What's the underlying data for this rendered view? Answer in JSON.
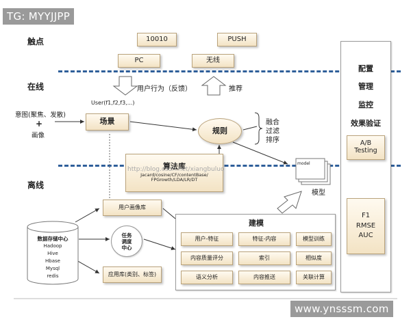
{
  "watermark_top": "TG: MYYJJPP",
  "watermark_bottom": "www.ynsssm.com",
  "url_overlay": "http://blog.csdn.net/xiangbuluo",
  "layers": {
    "touch": "触点",
    "online": "在线",
    "offline": "离线"
  },
  "touch_points": {
    "sms": "10010",
    "push": "PUSH",
    "pc": "PC",
    "wireless": "无线"
  },
  "arrows": {
    "behavior": "用户行为（反馈）",
    "recommend": "推荐"
  },
  "user_features": "User(f1,f2,f3,...)",
  "intent": {
    "line1": "意图(聚焦、发散)",
    "plus": "+",
    "line2": "画像"
  },
  "scene": "场景",
  "rules": "规则",
  "rule_ops": [
    "融合",
    "过滤",
    "排序"
  ],
  "algo": {
    "title": "算法库",
    "line1": "Jacard/cosine/CF/contentBase/",
    "line2": "FPGrowth/LDA/LR/DT"
  },
  "model_file": "model",
  "model_label": "模型",
  "user_profile_lib": "用户画像库",
  "data_center": {
    "title": "数据存储中心",
    "items": [
      "Hadoop",
      "Hive",
      "Hbase",
      "Mysql",
      "redis"
    ]
  },
  "scheduler": {
    "line1": "任务",
    "line2": "调度",
    "line3": "中心"
  },
  "app_lib": "应用库(类别、标签)",
  "modeling": {
    "title": "建模",
    "cells": [
      "用户-特征",
      "特征-内容",
      "模型训练",
      "内容质量评分",
      "索引",
      "相似度",
      "语义分析",
      "内容推送",
      "关联计算"
    ]
  },
  "right_panel": {
    "items": [
      "配置",
      "管理",
      "监控",
      "效果验证"
    ],
    "ab": "A/B Testing",
    "metrics": [
      "F1",
      "RMSE",
      "AUC"
    ]
  },
  "colors": {
    "dash": "#2f5f9a",
    "box_fill": "#f3e3c4",
    "box_border": "#b9a27a"
  }
}
